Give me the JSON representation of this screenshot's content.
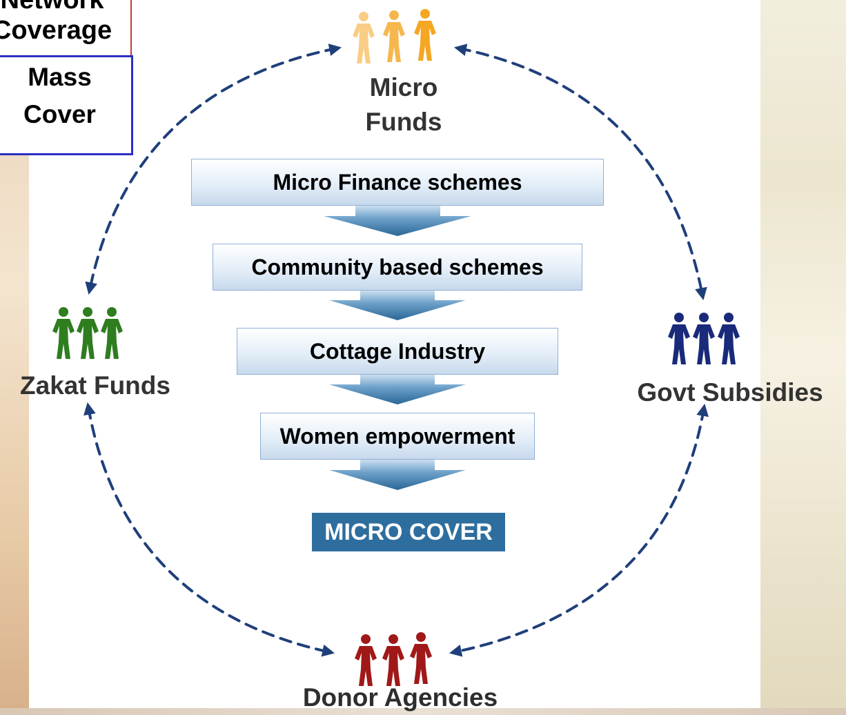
{
  "legend": {
    "network_line1": "Network",
    "network_line2": "Coverage",
    "mass_line1": "Mass",
    "mass_line2": "Cover"
  },
  "nodes": {
    "top": {
      "line1": "Micro",
      "line2": "Funds",
      "icon": "people-icon",
      "color": "#f5a623"
    },
    "left": {
      "label": "Zakat Funds",
      "icon": "people-icon",
      "color": "#2e7d1f"
    },
    "right": {
      "label": "Govt Subsidies",
      "icon": "people-icon",
      "color": "#1a2a7a"
    },
    "bottom": {
      "label": "Donor Agencies",
      "icon": "people-icon",
      "color": "#a01818"
    }
  },
  "steps": [
    "Micro  Finance schemes",
    "Community based schemes",
    "Cottage Industry",
    "Women empowerment"
  ],
  "result": "MICRO COVER",
  "colors": {
    "arrow": "#2f6f9f",
    "cycle": "#1f3f7a"
  }
}
